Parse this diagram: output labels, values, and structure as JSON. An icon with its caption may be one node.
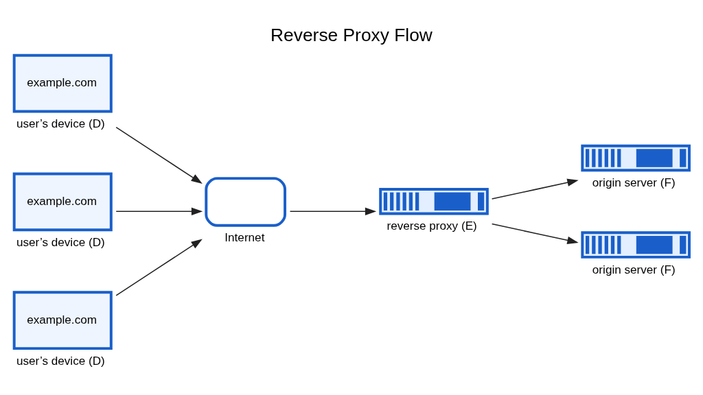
{
  "diagram": {
    "title": "Reverse Proxy Flow",
    "nodes": [
      {
        "text": [
          "example.com"
        ],
        "beside": [
          "user’s device (D)"
        ]
      },
      {
        "text": [
          "example.com"
        ],
        "beside": [
          "user’s device (D)"
        ]
      },
      {
        "text": [
          "example.com"
        ],
        "beside": [
          "user’s device (D)"
        ]
      },
      {
        "text": [],
        "shape": "cloud",
        "beside": [
          "Internet"
        ]
      },
      {
        "text": [],
        "shape": "box",
        "beside": [
          "reverse proxy (E)"
        ]
      },
      {
        "text": [],
        "shape": "box",
        "beside": [
          "origin server (F)"
        ]
      },
      {
        "text": [],
        "shape": "box",
        "beside": [
          "origin server (F)"
        ]
      }
    ],
    "edges": [
      {
        "from": 0,
        "to": 3,
        "arrow": "to"
      },
      {
        "from": 1,
        "to": 3,
        "arrow": "to"
      },
      {
        "from": 2,
        "to": 3,
        "arrow": "to"
      },
      {
        "from": 3,
        "to": 4,
        "arrow": "to"
      },
      {
        "from": 4,
        "to": 5,
        "arrow": "to"
      },
      {
        "from": 4,
        "to": 6,
        "arrow": "to"
      }
    ]
  }
}
